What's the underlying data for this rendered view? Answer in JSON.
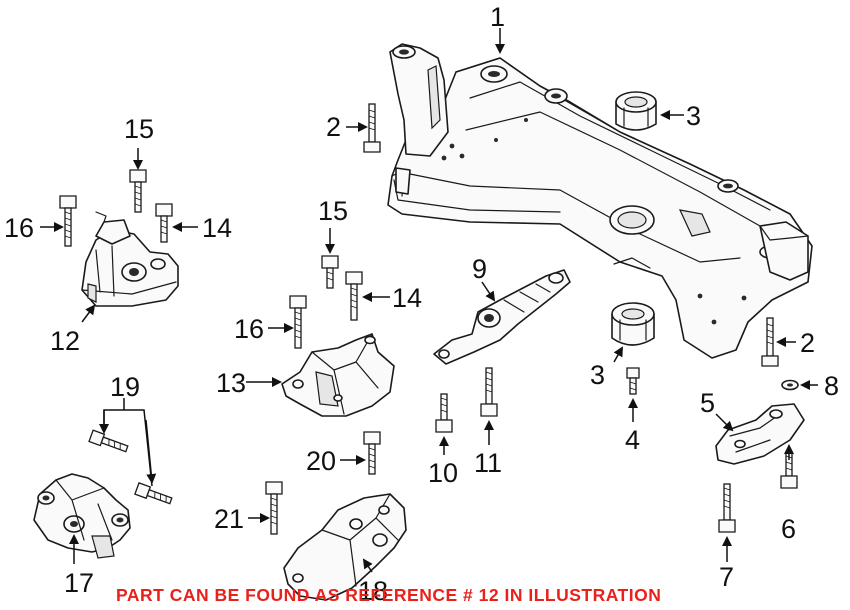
{
  "diagram": {
    "callouts": [
      "1",
      "2",
      "3",
      "4",
      "5",
      "6",
      "7",
      "8",
      "9",
      "10",
      "11",
      "12",
      "13",
      "14",
      "15",
      "16",
      "17",
      "18",
      "19",
      "20",
      "21"
    ]
  },
  "note": {
    "text": "PART CAN BE FOUND AS REFERENCE # 12 IN ILLUSTRATION",
    "color": "#e8211b"
  }
}
